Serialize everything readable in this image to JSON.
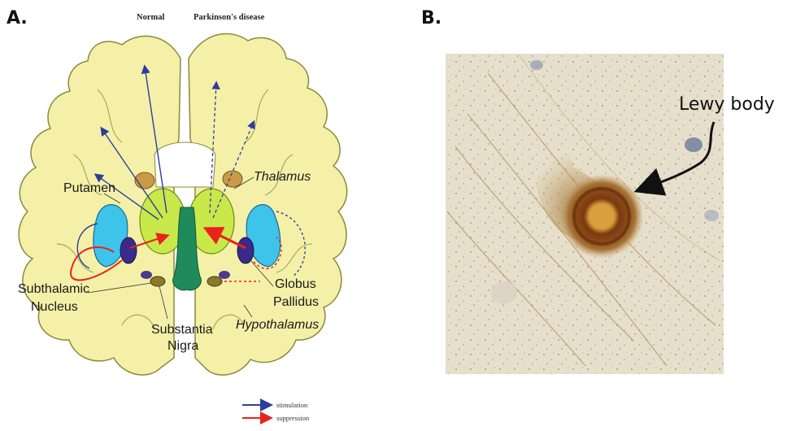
{
  "panels": {
    "a": {
      "letter": "A."
    },
    "b": {
      "letter": "B."
    }
  },
  "diagram": {
    "headings": {
      "left": "Normal",
      "right": "Parkinson's disease"
    },
    "labels": {
      "putamen": "Putamen",
      "thalamus": "Thalamus",
      "subthalamic_line1": "Subthalamic",
      "subthalamic_line2": "Nucleus",
      "substantia_line1": "Substantia",
      "substantia_line2": "Nigra",
      "globus_line1": "Globus",
      "globus_line2": "Pallidus",
      "hypothalamus": "Hypothalamus"
    },
    "legend": [
      {
        "label": "stimulation",
        "color": "#2b3f9a"
      },
      {
        "label": "suppression",
        "color": "#e8231c"
      }
    ],
    "colors": {
      "brain": "#f5f0a8",
      "putamen": "#3ec3ea",
      "thalamus": "#c9e84a",
      "ventricle": "#1f8a5a",
      "globus_pallidus": "#3a2a8a",
      "substantia": "#8a7a2a"
    }
  },
  "micrograph": {
    "annotation": "Lewy body",
    "colors": {
      "background": "#e4ddca",
      "halo": "#8a4a16",
      "core": "#d39a3a"
    }
  }
}
